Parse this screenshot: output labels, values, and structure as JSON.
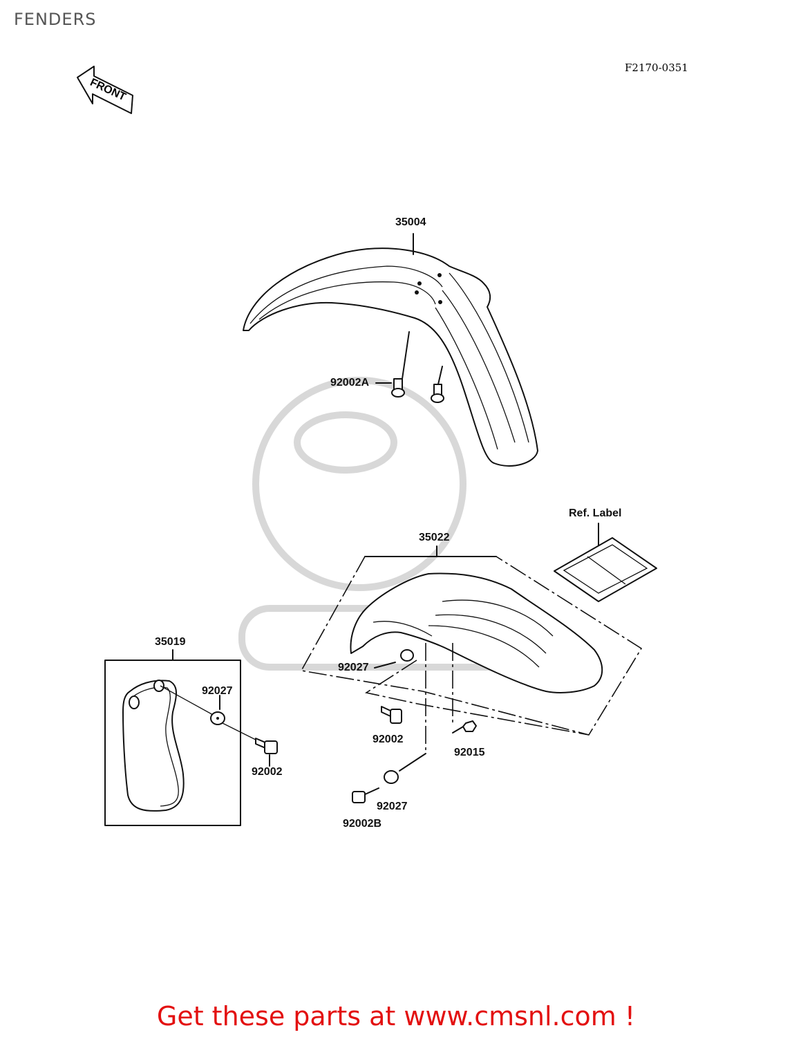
{
  "header": {
    "title": "FENDERS",
    "diagram_code": "F2170-0351"
  },
  "direction_arrow": {
    "label": "FRONT"
  },
  "callouts": {
    "front_fender": "35004",
    "front_fender_bolt": "92002A",
    "rear_fender": "35022",
    "ref_label": "Ref. Label",
    "side_cover": "35019",
    "side_washer": "92027",
    "side_bolt": "92002",
    "rear_washer_upper": "92027",
    "rear_bolt": "92002",
    "rear_nut": "92015",
    "rear_washer_lower": "92027",
    "rear_bolt_b": "92002B"
  },
  "footer": {
    "cta": "Get these parts at www.cmsnl.com !"
  },
  "colors": {
    "title": "#555555",
    "cta": "#e31010",
    "line": "#111111",
    "watermark": "#d8d8d8"
  }
}
